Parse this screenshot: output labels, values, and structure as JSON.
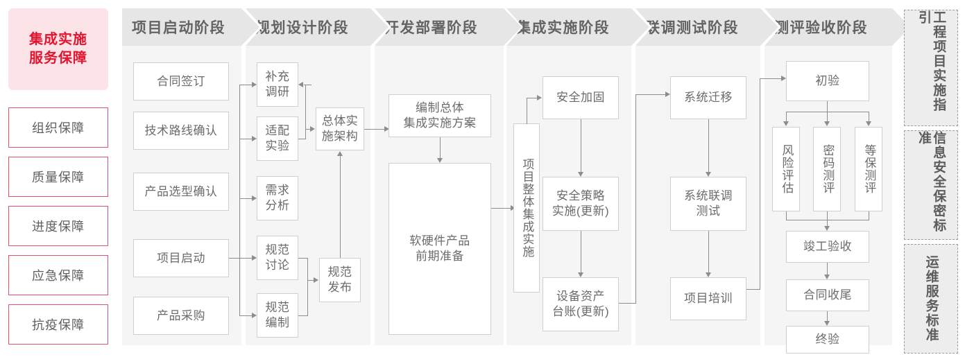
{
  "sidebar": {
    "lead": "集成实施\n服务保障",
    "items": [
      {
        "label": "组织保障"
      },
      {
        "label": "质量保障"
      },
      {
        "label": "进度保障"
      },
      {
        "label": "应急保障"
      },
      {
        "label": "抗疫保障"
      }
    ]
  },
  "stages": [
    {
      "title": "项目启动阶段"
    },
    {
      "title": "规划设计阶段"
    },
    {
      "title": "开发部署阶段"
    },
    {
      "title": "集成实施阶段"
    },
    {
      "title": "联调测试阶段"
    },
    {
      "title": "测评验收阶段"
    }
  ],
  "nodes": {
    "n_htqd": "合同签订",
    "n_jslx": "技术路线确认",
    "n_cpxx": "产品选型确认",
    "n_xmqd": "项目启动",
    "n_cpcg": "产品采购",
    "n_bcdy": "补充\n调研",
    "n_spsy": "适配\n实验",
    "n_xqfx": "需求\n分析",
    "n_gftl": "规范\n讨论",
    "n_gfbz": "规范\n编制",
    "n_ztss": "总体实\n施架构",
    "n_gffb": "规范\n发布",
    "n_bzzt": "编制总体\n集成实施方案",
    "n_rygj": "软硬件产品\n前期准备",
    "n_xmzt": "项目整体集成实施",
    "n_aqjg": "安全加固",
    "n_aqcl": "安全策略\n实施(更新)",
    "n_sbzc": "设备资产\n台账(更新)",
    "n_xtqy": "系统迁移",
    "n_xtld": "系统联调\n测试",
    "n_xmpx": "项目培训",
    "n_chuyan": "初验",
    "n_fxpg": "风险评估",
    "n_mmcp": "密码测评",
    "n_dbcp": "等保测评",
    "n_jgys": "竣工验收",
    "n_htsw": "合同收尾",
    "n_zhongyan": "终验"
  },
  "standards": [
    {
      "label": "工程项目实施指引"
    },
    {
      "label": "信息安全保密标准"
    },
    {
      "label": "运维服务标准"
    }
  ],
  "colors": {
    "accent_red": "#e2142e",
    "lead_bg": "#fbe3e8",
    "guarantee_border": "#e0536a",
    "stage_header_bg": "#e6e6e6",
    "stage_body_bg": "#f5f5f5",
    "node_border": "#cfcfcf",
    "connector": "#8d8d8d",
    "standards_bg": "#ededed"
  }
}
